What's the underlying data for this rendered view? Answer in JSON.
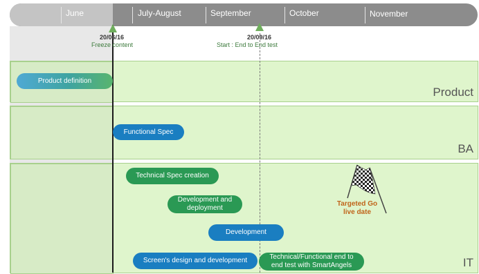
{
  "timeline": {
    "months": [
      "June",
      "July-August",
      "September",
      "October",
      "November"
    ]
  },
  "milestones": [
    {
      "date": "20/06/16",
      "label": "Freeze content"
    },
    {
      "date": "20/09/16",
      "label": "Start : End to End  test"
    }
  ],
  "lanes": [
    {
      "title": "Product"
    },
    {
      "title": "BA"
    },
    {
      "title": "IT"
    }
  ],
  "tasks": {
    "product_definition": "Product definition",
    "functional_spec": "Functional Spec",
    "technical_spec": "Technical Spec creation",
    "dev_deploy_1": "Development and",
    "dev_deploy_2": "deployment",
    "development": "Development",
    "screens": "Screen's design and development",
    "e2e_1": "Technical/Functional  end to",
    "e2e_2": "end test with SmartAngels"
  },
  "go_live": {
    "line1": "Targeted Go",
    "line2": "live date",
    "icon": "checkered-flags-icon"
  },
  "colors": {
    "lane_bg": "#dff5cc",
    "pill_blue": "#1a7ec1",
    "pill_green": "#2a9954",
    "timeline": "#8c8c8c",
    "go_live_text": "#c0641a"
  }
}
